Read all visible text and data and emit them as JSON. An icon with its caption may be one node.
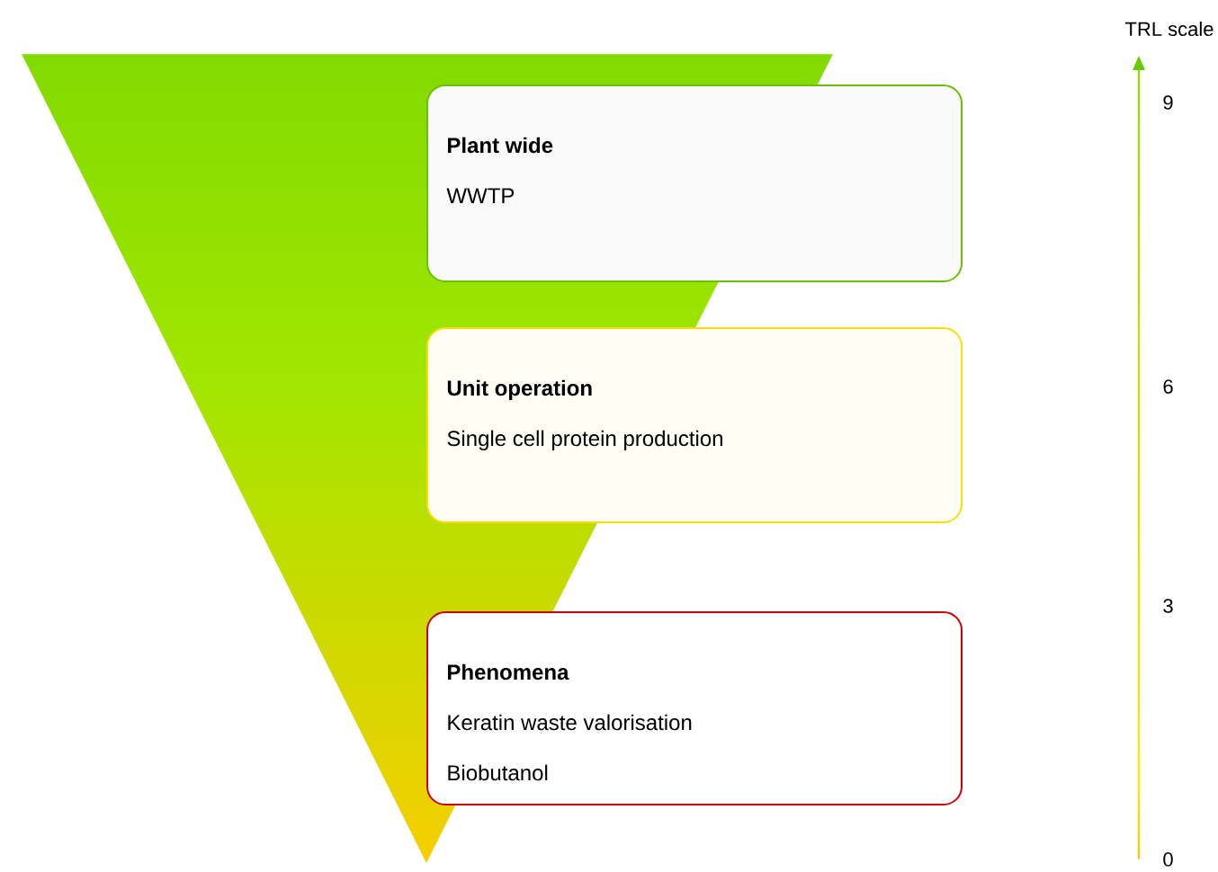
{
  "diagram": {
    "nodes": [
      {
        "text": [
          "Plant wide",
          "WWTP"
        ]
      },
      {
        "text": [
          "Unit operation",
          "Single cell protein production"
        ]
      },
      {
        "text": [
          "Phenomena",
          "Keratin waste valorisation",
          "Biobutanol"
        ]
      }
    ],
    "labels": [
      "TRL scale",
      "9",
      "6",
      "3",
      "0"
    ]
  }
}
